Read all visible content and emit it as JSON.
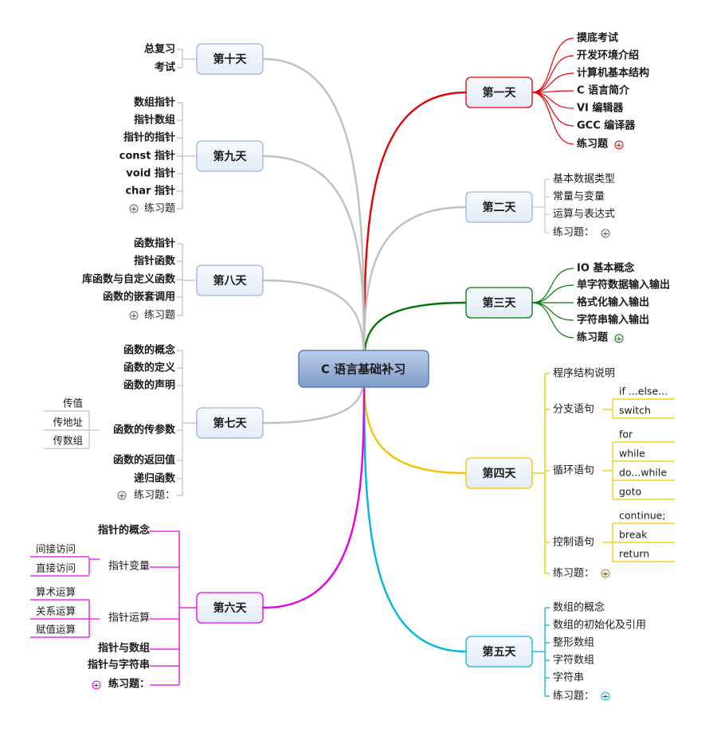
{
  "central": {
    "label": "C 语言基础补习"
  },
  "plus_glyph": "+",
  "days": {
    "day1": {
      "label": "第一天",
      "color": "#e60000",
      "items": [
        "摸底考试",
        "开发环境介绍",
        "计算机基本结构",
        "C 语言简介",
        "VI 编辑器",
        "GCC 编译器",
        "练习题"
      ]
    },
    "day2": {
      "label": "第二天",
      "color": "#c0c0c0",
      "items": [
        "基本数据类型",
        "常量与变量",
        "运算与表达式",
        "练习题："
      ]
    },
    "day3": {
      "label": "第三天",
      "color": "#007a00",
      "items": [
        "IO 基本概念",
        "单字符数据输入输出",
        "格式化输入输出",
        "字符串输入输出",
        "练习题"
      ]
    },
    "day4": {
      "label": "第四天",
      "color": "#f5c200",
      "items": [
        "程序结构说明",
        "分支语句",
        "循环语句",
        "控制语句",
        "练习题："
      ],
      "sub": {
        "branch": [
          "if ...else...",
          "switch"
        ],
        "loop": [
          "for",
          "while",
          "do...while",
          "goto"
        ],
        "control": [
          "continue;",
          "break",
          "return"
        ]
      }
    },
    "day5": {
      "label": "第五天",
      "color": "#00b4e6",
      "items": [
        "数组的概念",
        "数组的初始化及引用",
        "整形数组",
        "字符数组",
        "字符串",
        "练习题："
      ]
    },
    "day6": {
      "label": "第六天",
      "color": "#e600e6",
      "items": [
        "指针的概念",
        "指针变量",
        "指针运算",
        "指针与数组",
        "指针与字符串",
        "练习题："
      ],
      "sub": {
        "var": [
          "间接访问",
          "直接访问"
        ],
        "ops": [
          "算术运算",
          "关系运算",
          "赋值运算"
        ]
      }
    },
    "day7": {
      "label": "第七天",
      "color": "#c0c0c0",
      "items": [
        "函数的概念",
        "函数的定义",
        "函数的声明",
        "函数的传参数",
        "函数的返回值",
        "递归函数",
        "练习题："
      ],
      "sub": {
        "param": [
          "传值",
          "传地址",
          "传数组"
        ]
      }
    },
    "day8": {
      "label": "第八天",
      "color": "#c0c0c0",
      "items": [
        "函数指针",
        "指针函数",
        "库函数与自定义函数",
        "函数的嵌套调用",
        "练习题"
      ]
    },
    "day9": {
      "label": "第九天",
      "color": "#c0c0c0",
      "items": [
        "数组指针",
        "指针数组",
        "指针的指针",
        "const 指针",
        "void 指针",
        "char 指针",
        "练习题"
      ]
    },
    "day10": {
      "label": "第十天",
      "color": "#c0c0c0",
      "items": [
        "总复习",
        "考试"
      ]
    }
  }
}
